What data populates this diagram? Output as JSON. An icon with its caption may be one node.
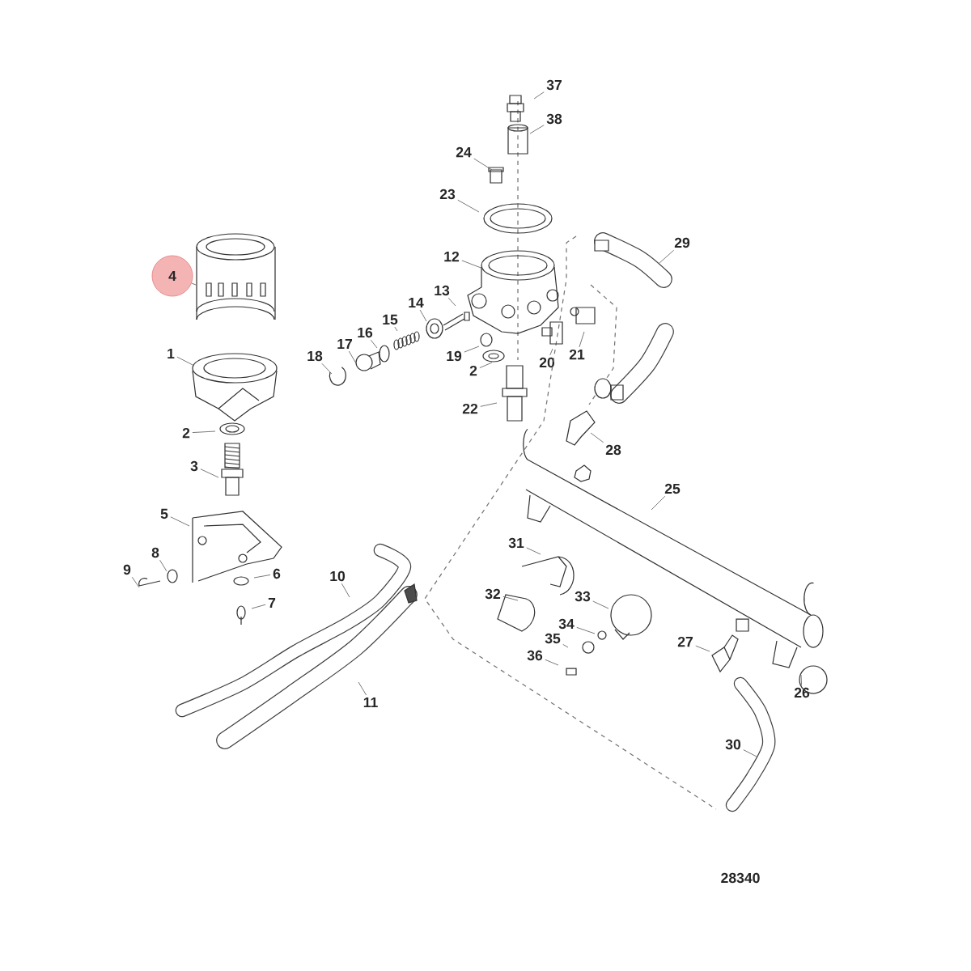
{
  "diagram": {
    "nodes": [
      {
        "text": [
          "37"
        ]
      },
      {
        "text": [
          "38"
        ]
      },
      {
        "text": [
          "24"
        ]
      },
      {
        "text": [
          "23"
        ]
      },
      {
        "text": [
          "29"
        ]
      },
      {
        "text": [
          "12"
        ]
      },
      {
        "text": [
          "4"
        ]
      },
      {
        "text": [
          "13"
        ]
      },
      {
        "text": [
          "14"
        ]
      },
      {
        "text": [
          "15"
        ]
      },
      {
        "text": [
          "16"
        ]
      },
      {
        "text": [
          "17"
        ]
      },
      {
        "text": [
          "1"
        ]
      },
      {
        "text": [
          "18"
        ]
      },
      {
        "text": [
          "19"
        ]
      },
      {
        "text": [
          "21"
        ]
      },
      {
        "text": [
          "20"
        ]
      },
      {
        "text": [
          "2"
        ]
      },
      {
        "text": [
          "22"
        ]
      },
      {
        "text": [
          "2"
        ]
      },
      {
        "text": [
          "28"
        ]
      },
      {
        "text": [
          "3"
        ]
      },
      {
        "text": [
          "25"
        ]
      },
      {
        "text": [
          "5"
        ]
      },
      {
        "text": [
          "31"
        ]
      },
      {
        "text": [
          "8"
        ]
      },
      {
        "text": [
          "9"
        ]
      },
      {
        "text": [
          "6"
        ]
      },
      {
        "text": [
          "10"
        ]
      },
      {
        "text": [
          "32"
        ]
      },
      {
        "text": [
          "33"
        ]
      },
      {
        "text": [
          "7"
        ]
      },
      {
        "text": [
          "34"
        ]
      },
      {
        "text": [
          "35"
        ]
      },
      {
        "text": [
          "27"
        ]
      },
      {
        "text": [
          "36"
        ]
      },
      {
        "text": [
          "26"
        ]
      },
      {
        "text": [
          "11"
        ]
      },
      {
        "text": [
          "30"
        ]
      }
    ],
    "edges": [
      {
        "from": 0,
        "to": null,
        "arrow": "none"
      },
      {
        "from": 1,
        "to": null,
        "arrow": "none"
      },
      {
        "from": 2,
        "to": null,
        "arrow": "none"
      },
      {
        "from": 3,
        "to": null,
        "arrow": "none"
      },
      {
        "from": 4,
        "to": null,
        "arrow": "none"
      },
      {
        "from": 5,
        "to": null,
        "arrow": "none"
      },
      {
        "from": 6,
        "to": null,
        "arrow": "none"
      },
      {
        "from": 7,
        "to": null,
        "arrow": "none"
      },
      {
        "from": 8,
        "to": null,
        "arrow": "none"
      },
      {
        "from": 9,
        "to": null,
        "arrow": "none"
      },
      {
        "from": 10,
        "to": null,
        "arrow": "none"
      },
      {
        "from": 11,
        "to": null,
        "arrow": "none"
      },
      {
        "from": 12,
        "to": null,
        "arrow": "none"
      },
      {
        "from": 13,
        "to": null,
        "arrow": "none"
      },
      {
        "from": 14,
        "to": null,
        "arrow": "none"
      },
      {
        "from": 15,
        "to": null,
        "arrow": "none"
      },
      {
        "from": 16,
        "to": null,
        "arrow": "none"
      },
      {
        "from": 17,
        "to": null,
        "arrow": "none"
      },
      {
        "from": 18,
        "to": null,
        "arrow": "none"
      },
      {
        "from": 19,
        "to": null,
        "arrow": "none"
      },
      {
        "from": 20,
        "to": null,
        "arrow": "none"
      },
      {
        "from": 21,
        "to": null,
        "arrow": "none"
      },
      {
        "from": 22,
        "to": null,
        "arrow": "none"
      },
      {
        "from": 23,
        "to": null,
        "arrow": "none"
      },
      {
        "from": 24,
        "to": null,
        "arrow": "none"
      },
      {
        "from": 25,
        "to": null,
        "arrow": "none"
      },
      {
        "from": 26,
        "to": null,
        "arrow": "none"
      },
      {
        "from": 27,
        "to": null,
        "arrow": "none"
      },
      {
        "from": 28,
        "to": null,
        "arrow": "none"
      },
      {
        "from": 29,
        "to": null,
        "arrow": "none"
      },
      {
        "from": 30,
        "to": null,
        "arrow": "none"
      },
      {
        "from": 31,
        "to": null,
        "arrow": "none"
      },
      {
        "from": 32,
        "to": null,
        "arrow": "none"
      },
      {
        "from": 33,
        "to": null,
        "arrow": "none"
      },
      {
        "from": 34,
        "to": null,
        "arrow": "none"
      },
      {
        "from": 35,
        "to": null,
        "arrow": "none"
      },
      {
        "from": 36,
        "to": null,
        "arrow": "none"
      },
      {
        "from": 37,
        "to": null,
        "arrow": "none"
      },
      {
        "from": 38,
        "to": null,
        "arrow": "none"
      }
    ],
    "labels": [
      "28340"
    ]
  }
}
